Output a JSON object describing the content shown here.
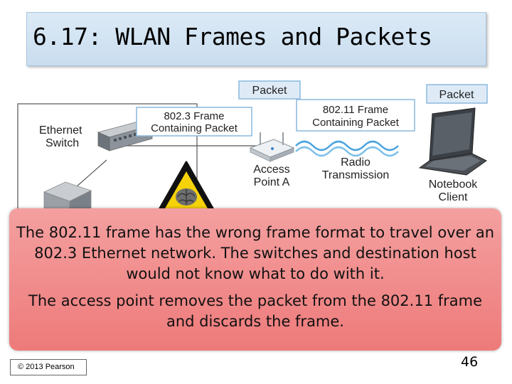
{
  "slide": {
    "title": "6.17: WLAN Frames and Packets",
    "page_number": "46",
    "copyright": "© 2013 Pearson"
  },
  "diagram": {
    "ethernet_switch": [
      "Ethernet",
      "Switch"
    ],
    "frame_8023": [
      "802.3 Frame",
      "Containing Packet"
    ],
    "packet_left": "Packet",
    "packet_right": "Packet",
    "frame_80211": [
      "802.11 Frame",
      "Containing Packet"
    ],
    "radio": [
      "Radio",
      "Transmission"
    ],
    "access_point": [
      "Access",
      "Point A"
    ],
    "notebook": [
      "Notebook",
      "Client"
    ]
  },
  "callout": {
    "paragraph1": "The 802.11 frame has the wrong frame format to travel over an 802.3 Ethernet network. The switches and destination host would not know what to do with it.",
    "paragraph2": "The access point removes the packet from the 802.11 frame and discards the frame."
  },
  "colors": {
    "title_bg": "#d3e4f3",
    "callout_bg": "#f08080",
    "label_box_border": "#8ab9dd",
    "warning_yellow": "#f5d20a"
  },
  "icons": [
    "ethernet-switch-icon",
    "server-icon",
    "access-point-icon",
    "radio-wave-icon",
    "laptop-icon",
    "brain-warning-icon"
  ]
}
